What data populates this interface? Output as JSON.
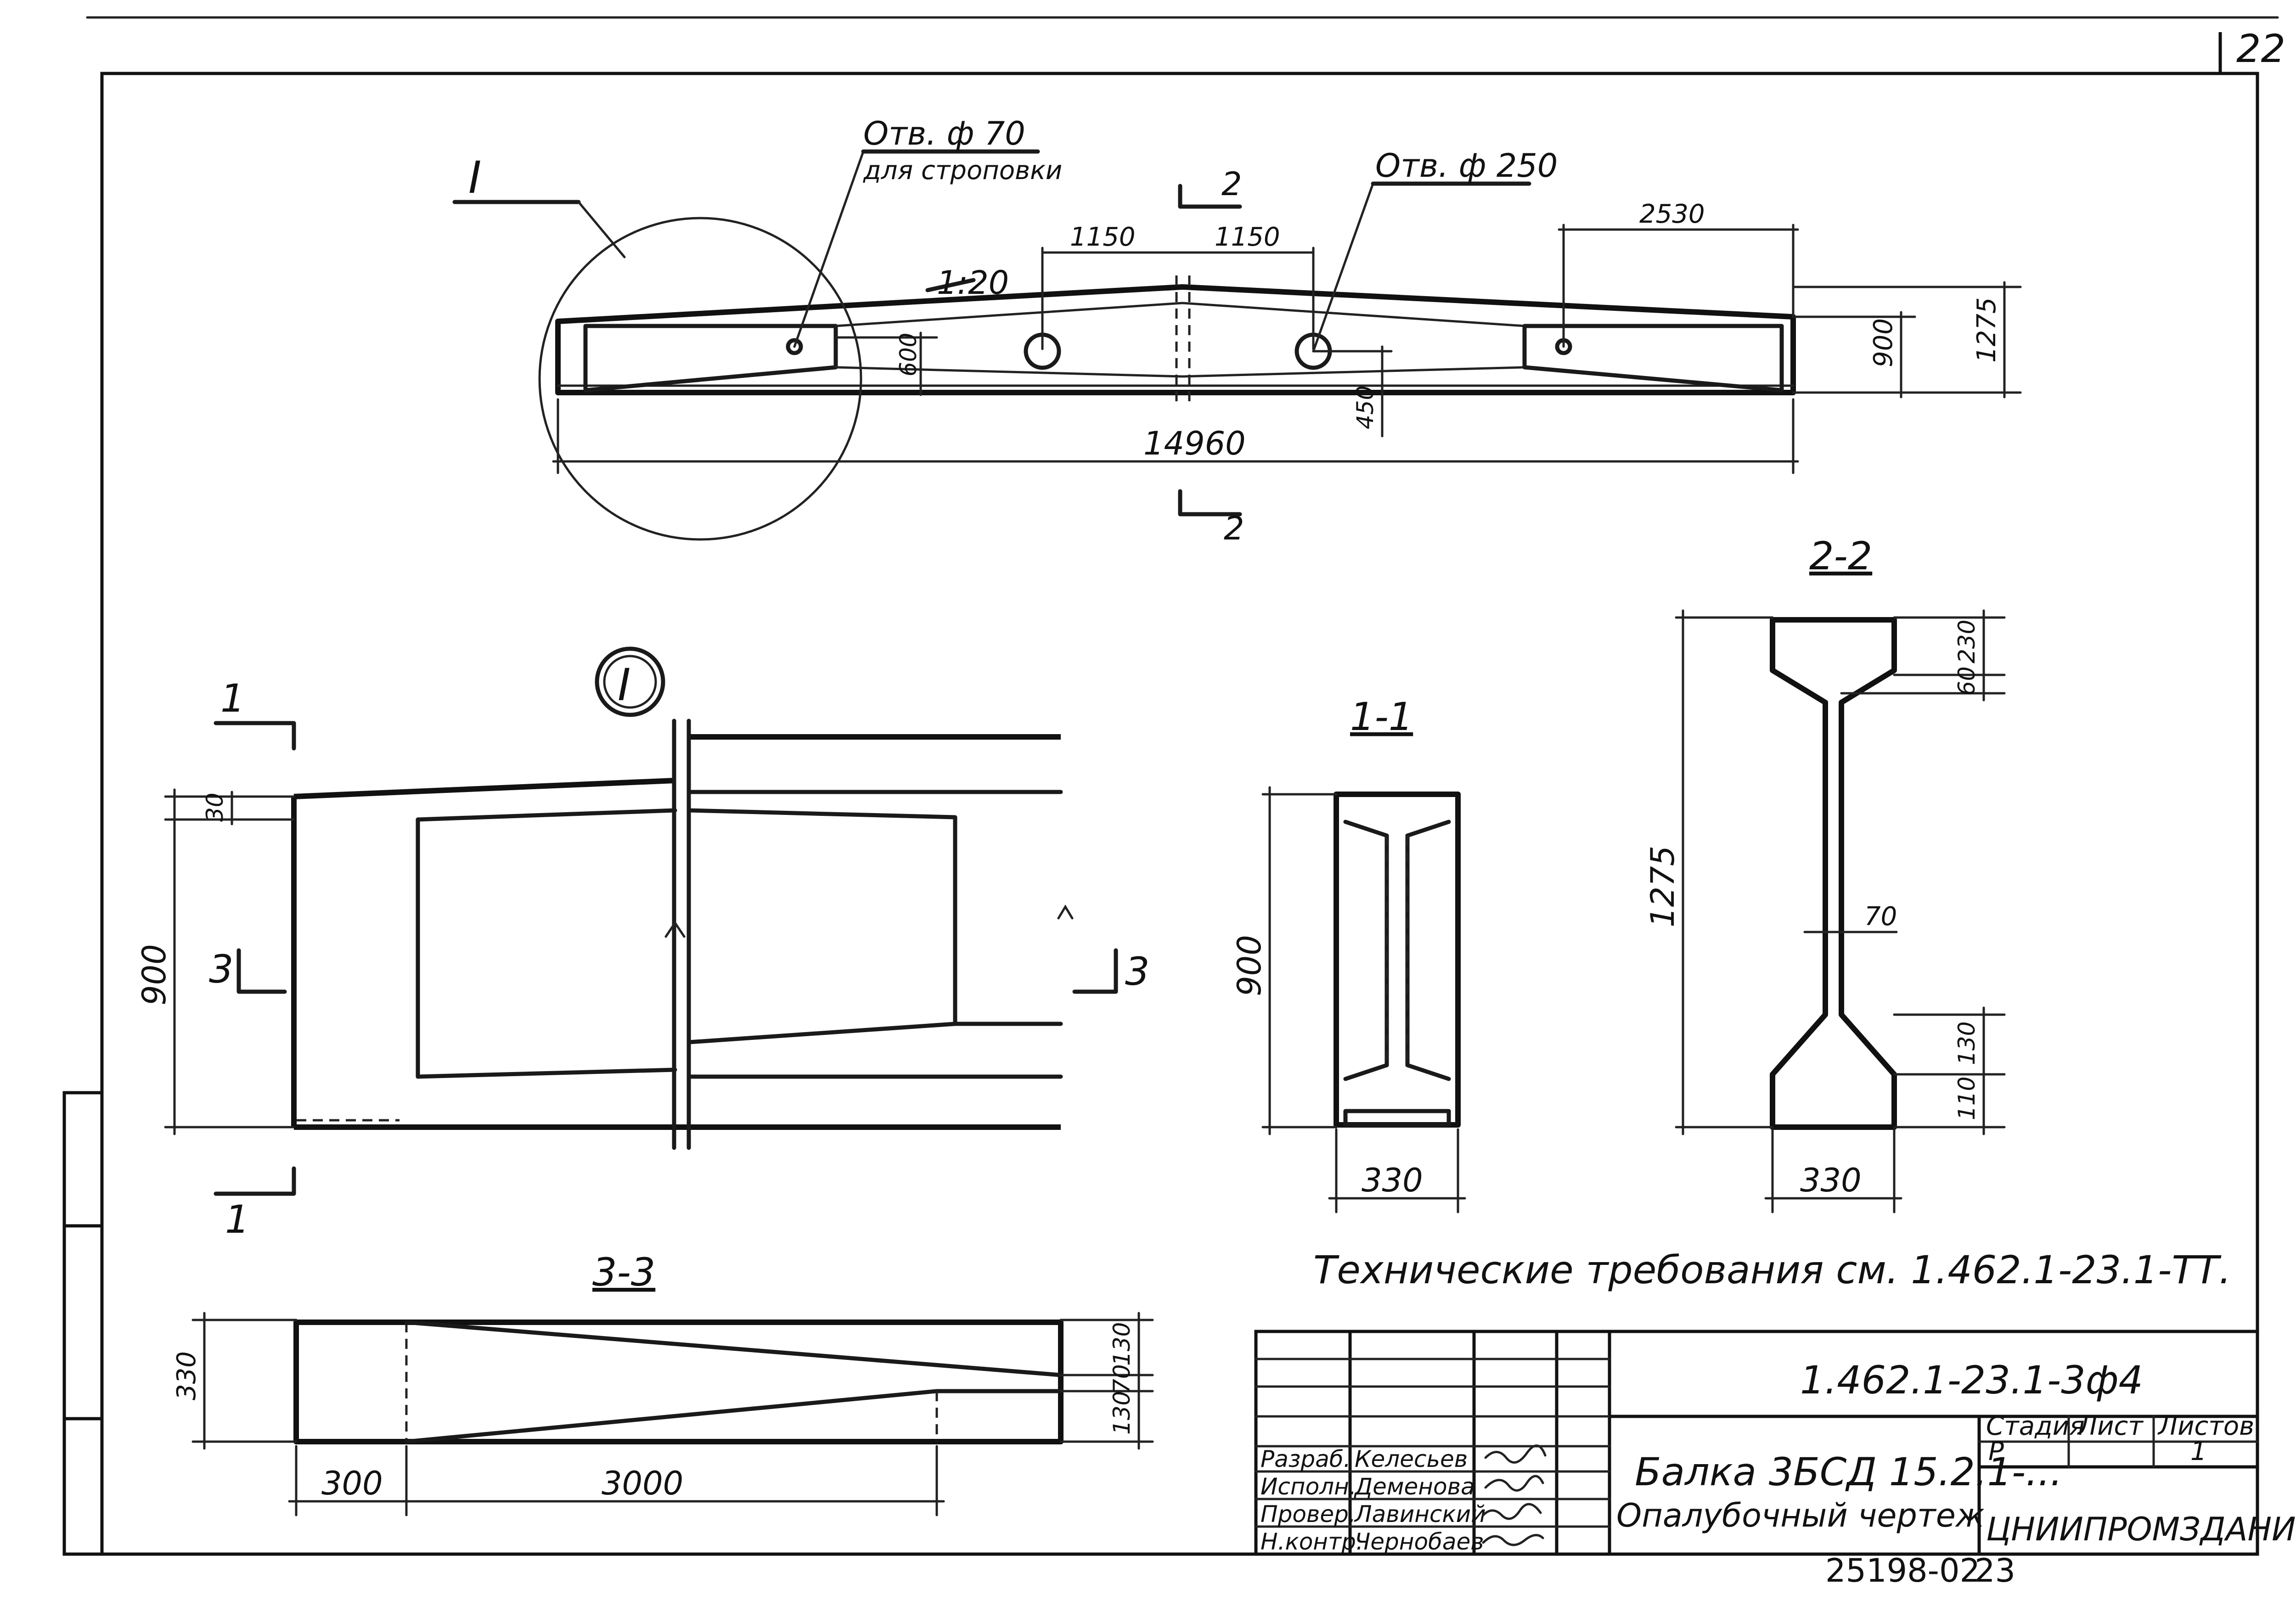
{
  "sheet": {
    "page_number": "22",
    "document_code": "1.462.1-23.1-3ф4",
    "title_line1": "Балка 3БСД 15.2.1-...",
    "title_line2": "Опалубочный чертеж",
    "organization": "ЦНИИПРОМЗДАНИЙ",
    "stage_label": "Стадия",
    "stage_value": "Р",
    "sheet_label": "Лист",
    "sheets_label": "Листов",
    "sheets_value": "1",
    "inventory_number": "25198-02",
    "inventory_page": "23",
    "tech_requirements": "Технические требования  см.  1.462.1-23.1-ТТ."
  },
  "signatures": [
    {
      "role": "Разраб.",
      "name": "Келесьев"
    },
    {
      "role": "Исполн.",
      "name": "Деменова"
    },
    {
      "role": "Провер.",
      "name": "Лавинский"
    },
    {
      "role": "Н.контр.",
      "name": "Чернобаев"
    }
  ],
  "elevation": {
    "callout_mark": "I",
    "hole_small": "Отв. ф 70",
    "hole_small_note": "для строповки",
    "hole_large": "Отв. ф 250",
    "slope": "1:20",
    "section_mark": "2",
    "dims": {
      "d1150a": "1150",
      "d1150b": "1150",
      "d2530": "2530",
      "d900": "900",
      "d1275": "1275",
      "d600": "600",
      "d450": "450",
      "d14960": "14960"
    }
  },
  "detail_I": {
    "mark": "I",
    "section_1": "1",
    "section_3": "3",
    "dims": {
      "d30": "30",
      "d900": "900"
    }
  },
  "section_1_1": {
    "title": "1-1",
    "dims": {
      "d900": "900",
      "d330": "330"
    }
  },
  "section_2_2": {
    "title": "2-2",
    "dims": {
      "d1275": "1275",
      "d230": "230",
      "d60": "60",
      "d70": "70",
      "d130": "130",
      "d110": "110",
      "d330": "330"
    }
  },
  "section_3_3": {
    "title": "3-3",
    "dims": {
      "d330": "330",
      "d300": "300",
      "d3000": "3000",
      "d130a": "130",
      "d70": "70",
      "d130b": "130"
    }
  }
}
